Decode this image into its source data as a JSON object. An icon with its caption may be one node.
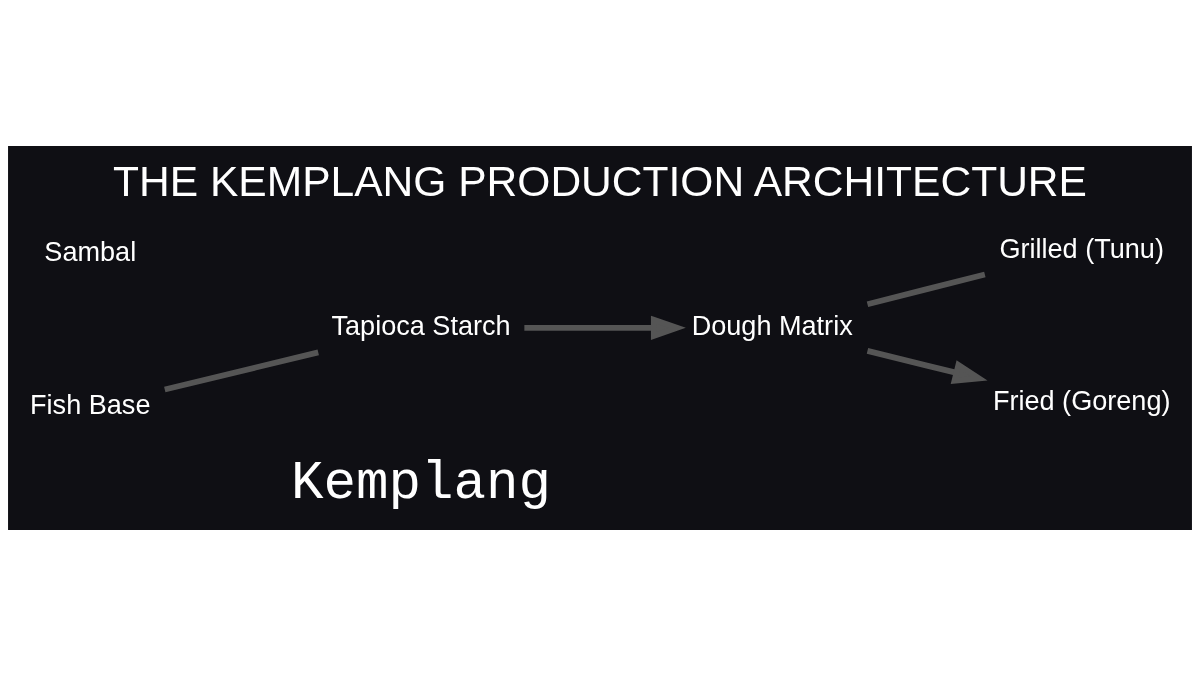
{
  "diagram": {
    "title": "THE KEMPLANG PRODUCTION ARCHITECTURE",
    "nodes": [
      {
        "text": [
          "Fish Base"
        ]
      },
      {
        "text": [
          "Tapioca Starch"
        ]
      },
      {
        "text": [
          "Dough Matrix"
        ]
      },
      {
        "text": [
          "Grilled (Tunu)"
        ]
      },
      {
        "text": [
          "Sambal"
        ]
      },
      {
        "text": [
          "Fried (Goreng)"
        ]
      }
    ],
    "edges": [
      {
        "from": 0,
        "to": 1,
        "arrow": "none"
      },
      {
        "from": 1,
        "to": 2,
        "arrow": "to"
      },
      {
        "from": 2,
        "to": 3,
        "arrow": "none"
      },
      {
        "from": 2,
        "to": 5,
        "arrow": "to"
      }
    ],
    "labels": [
      "Kemplang"
    ]
  }
}
